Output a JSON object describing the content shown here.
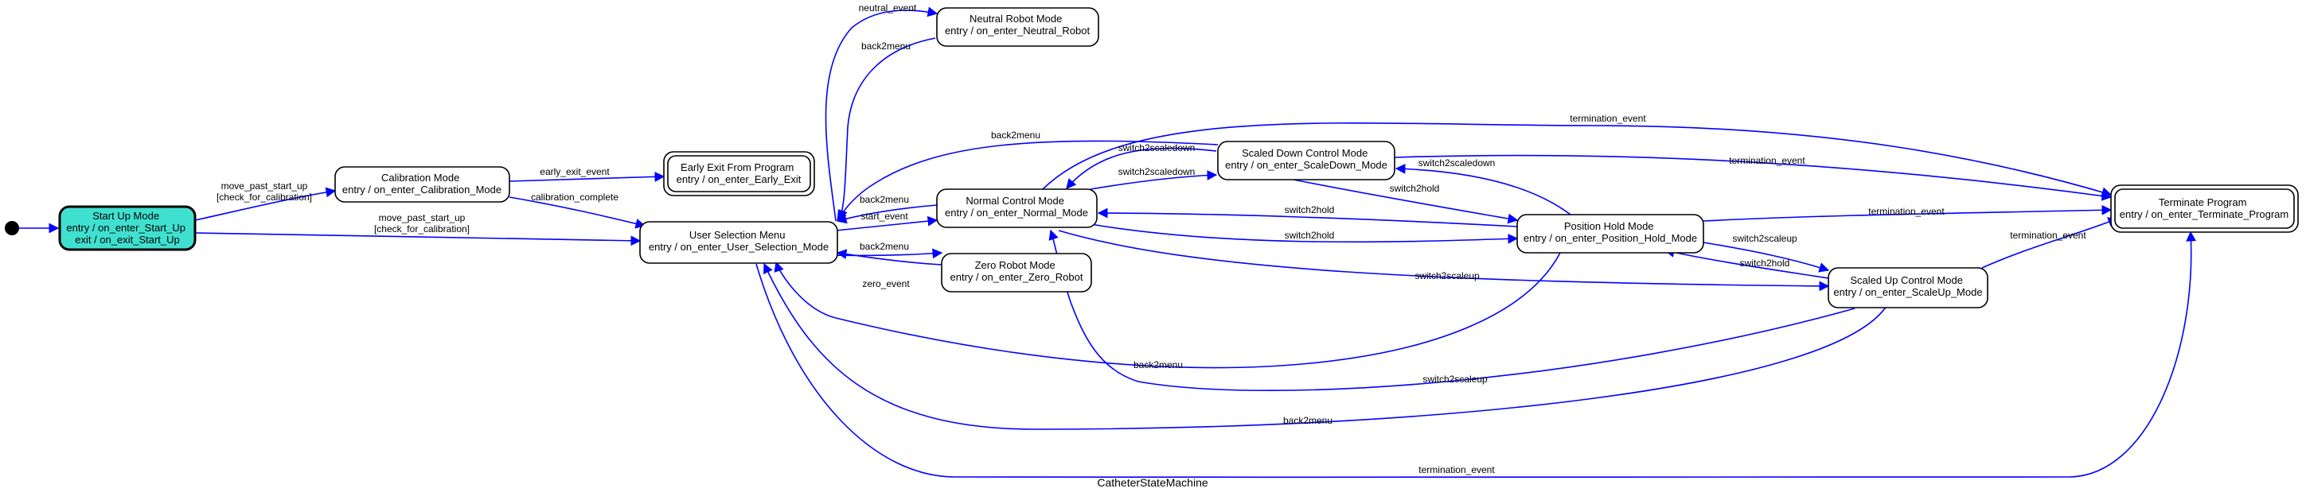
{
  "title": "CatheterStateMachine",
  "colors": {
    "edge": "#0000ff",
    "start_state_fill": "#40e0d0",
    "node_stroke": "#000000"
  },
  "states": {
    "start_up": [
      "Start Up Mode",
      "entry / on_enter_Start_Up",
      "exit / on_exit_Start_Up"
    ],
    "calibration": [
      "Calibration Mode",
      "entry / on_enter_Calibration_Mode"
    ],
    "early_exit": [
      "Early Exit From Program",
      "entry / on_enter_Early_Exit"
    ],
    "user_selection": [
      "User Selection Menu",
      "entry / on_enter_User_Selection_Mode"
    ],
    "neutral": [
      "Neutral Robot Mode",
      "entry / on_enter_Neutral_Robot"
    ],
    "normal": [
      "Normal Control Mode",
      "entry / on_enter_Normal_Mode"
    ],
    "zero": [
      "Zero Robot Mode",
      "entry / on_enter_Zero_Robot"
    ],
    "scaled_down": [
      "Scaled Down Control Mode",
      "entry / on_enter_ScaleDown_Mode"
    ],
    "position_hold": [
      "Position Hold Mode",
      "entry / on_enter_Position_Hold_Mode"
    ],
    "scaled_up": [
      "Scaled Up Control Mode",
      "entry / on_enter_ScaleUp_Mode"
    ],
    "terminate": [
      "Terminate Program",
      "entry / on_enter_Terminate_Program"
    ]
  },
  "transitions": {
    "start_to_calibration": [
      "move_past_start_up",
      "[check_for_calibration]"
    ],
    "start_to_user": [
      "move_past_start_up",
      "[check_for_calibration]"
    ],
    "calibration_to_early_exit": [
      "early_exit_event"
    ],
    "calibration_to_user": [
      "calibration_complete"
    ],
    "user_to_neutral": [
      "neutral_event"
    ],
    "neutral_to_user": [
      "back2menu"
    ],
    "user_to_normal": [
      "start_event"
    ],
    "normal_to_user": [
      "back2menu"
    ],
    "user_to_zero": [
      "zero_event"
    ],
    "zero_to_user": [
      "back2menu"
    ],
    "scaled_down_to_user": [
      "back2menu"
    ],
    "normal_to_terminate": [
      "termination_event"
    ],
    "scaled_down_to_normal": [
      "switch2scaledown"
    ],
    "normal_to_scaled_down": [
      "switch2scaledown"
    ],
    "scaled_down_to_terminate": [
      "termination_event"
    ],
    "hold_to_scaled_down": [
      "switch2scaledown"
    ],
    "scaled_down_to_hold": [
      "switch2hold"
    ],
    "hold_to_normal": [
      "switch2hold"
    ],
    "normal_to_hold": [
      "switch2hold"
    ],
    "hold_to_terminate": [
      "termination_event"
    ],
    "hold_to_scaled_up": [
      "switch2scaleup"
    ],
    "scaled_up_to_hold": [
      "switch2hold"
    ],
    "normal_to_scaled_up": [
      "switch2scaleup"
    ],
    "scaled_up_to_terminate": [
      "termination_event"
    ],
    "hold_to_user": [
      "back2menu"
    ],
    "scaled_up_to_normal": [
      "switch2scaleup"
    ],
    "scaled_up_to_user": [
      "back2menu"
    ],
    "user_to_terminate": [
      "termination_event"
    ]
  }
}
